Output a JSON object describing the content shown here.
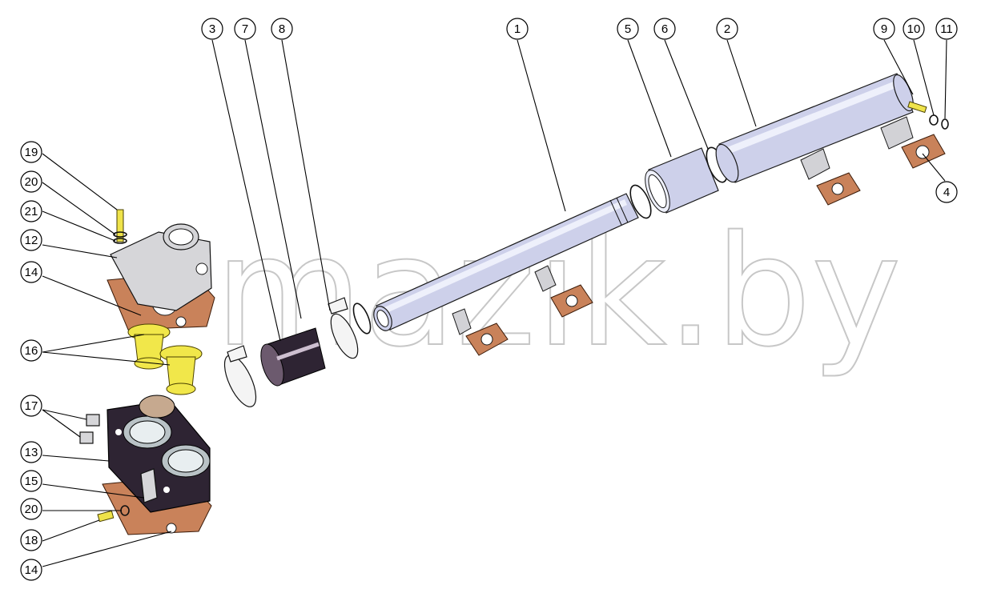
{
  "watermark": "mazik.by",
  "callouts": [
    {
      "id": "c1",
      "label": "1"
    },
    {
      "id": "c2",
      "label": "2"
    },
    {
      "id": "c3",
      "label": "3"
    },
    {
      "id": "c4",
      "label": "4"
    },
    {
      "id": "c5",
      "label": "5"
    },
    {
      "id": "c6",
      "label": "6"
    },
    {
      "id": "c7",
      "label": "7"
    },
    {
      "id": "c8",
      "label": "8"
    },
    {
      "id": "c9",
      "label": "9"
    },
    {
      "id": "c10",
      "label": "10"
    },
    {
      "id": "c11",
      "label": "11"
    },
    {
      "id": "c12",
      "label": "12"
    },
    {
      "id": "c13",
      "label": "13"
    },
    {
      "id": "c14a",
      "label": "14"
    },
    {
      "id": "c14b",
      "label": "14"
    },
    {
      "id": "c15",
      "label": "15"
    },
    {
      "id": "c16",
      "label": "16"
    },
    {
      "id": "c17",
      "label": "17"
    },
    {
      "id": "c18",
      "label": "18"
    },
    {
      "id": "c19",
      "label": "19"
    },
    {
      "id": "c20a",
      "label": "20"
    },
    {
      "id": "c20b",
      "label": "20"
    },
    {
      "id": "c21",
      "label": "21"
    }
  ]
}
